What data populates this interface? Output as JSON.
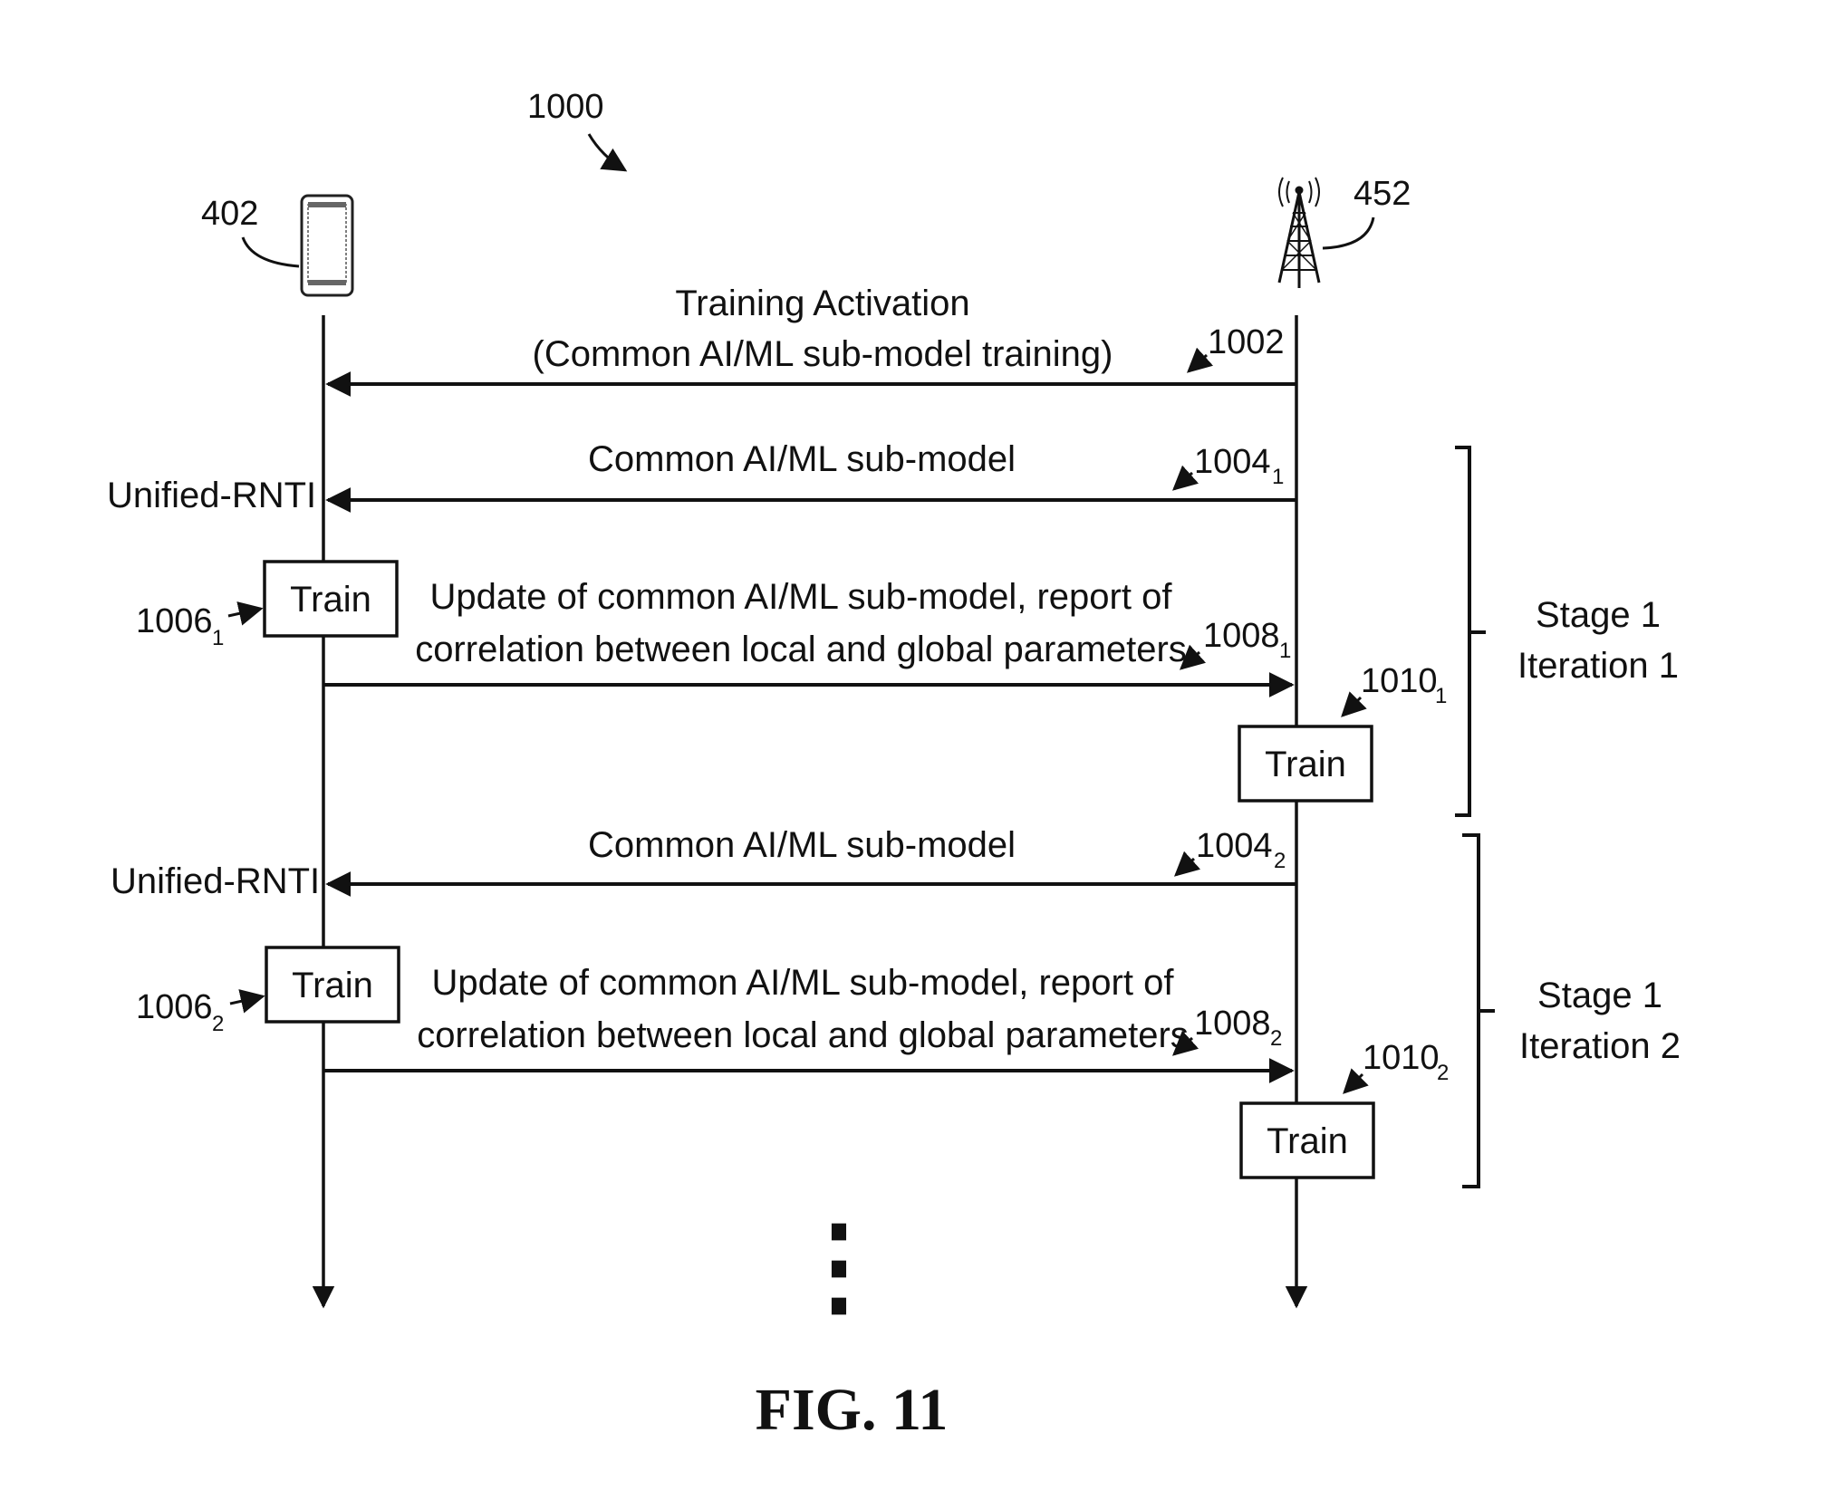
{
  "figure": {
    "reference": "1000",
    "caption": "FIG. 11"
  },
  "entities": {
    "ue": {
      "reference": "402",
      "icon": "smartphone-icon"
    },
    "base_station": {
      "reference": "452",
      "icon": "cell-tower-icon"
    }
  },
  "messages": {
    "activation": {
      "line1": "Training Activation",
      "line2": "(Common AI/ML sub-model training)",
      "ref": "1002",
      "direction": "base_station_to_ue"
    },
    "submodel_1": {
      "text": "Common AI/ML sub-model",
      "ref": "1004",
      "ref_sub": "1",
      "side_label": "Unified-RNTI",
      "direction": "base_station_to_ue"
    },
    "train_ue_1": {
      "box": "Train",
      "ref": "1006",
      "ref_sub": "1"
    },
    "update_1": {
      "line1": "Update of common AI/ML sub-model, report of",
      "line2": "correlation between local and global parameters",
      "ref": "1008",
      "ref_sub": "1",
      "direction": "ue_to_base_station"
    },
    "train_bs_1": {
      "box": "Train",
      "ref": "1010",
      "ref_sub": "1"
    },
    "submodel_2": {
      "text": "Common AI/ML sub-model",
      "ref": "1004",
      "ref_sub": "2",
      "side_label": "Unified-RNTI",
      "direction": "base_station_to_ue"
    },
    "train_ue_2": {
      "box": "Train",
      "ref": "1006",
      "ref_sub": "2"
    },
    "update_2": {
      "line1": "Update of common AI/ML sub-model, report of",
      "line2": "correlation between local and global parameters",
      "ref": "1008",
      "ref_sub": "2",
      "direction": "ue_to_base_station"
    },
    "train_bs_2": {
      "box": "Train",
      "ref": "1010",
      "ref_sub": "2"
    }
  },
  "stages": [
    {
      "line1": "Stage 1",
      "line2": "Iteration 1"
    },
    {
      "line1": "Stage 1",
      "line2": "Iteration 2"
    }
  ],
  "continuation": "⋮"
}
